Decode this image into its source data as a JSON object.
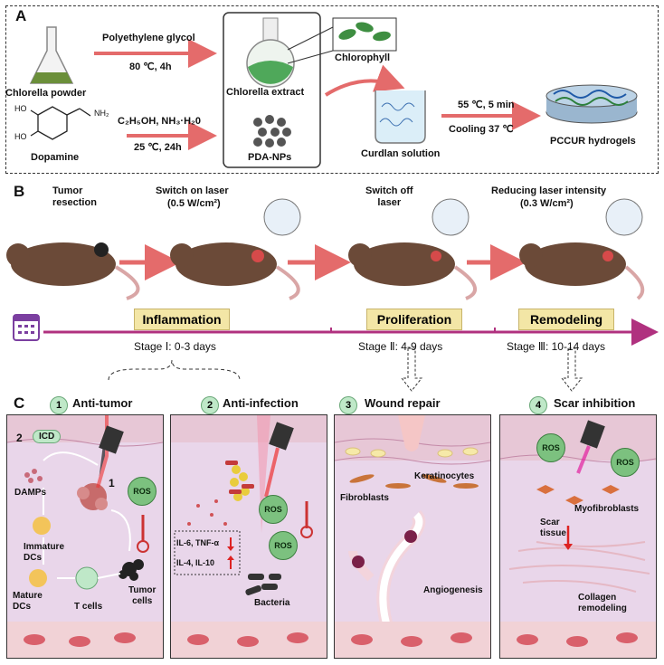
{
  "panelA": {
    "letter": "A",
    "chlorella_powder": "Chlorella powder",
    "step1_reagent": "Polyethylene glycol",
    "step1_cond": "80 ℃, 4h",
    "chlorophyll": "Chlorophyll",
    "chlorella_extract": "Chlorella extract",
    "pda_nps": "PDA-NPs",
    "curdlan_solution": "Curdlan solution",
    "step3_cond1": "55 ℃, 5 min",
    "step3_cond2": "Cooling 37 ℃",
    "product": "PCCUR hydrogels",
    "dopamine": "Dopamine",
    "step2_reagent": "C₂H₅OH, NH₃·H₂0",
    "step2_cond": "25 ℃, 24h",
    "nh2": "NH₂",
    "ho1": "HO",
    "ho2": "HO"
  },
  "panelB": {
    "letter": "B",
    "tumor_resection": "Tumor\nresection",
    "switch_on": "Switch on  laser",
    "switch_on_power": "(0.5 W/cm²)",
    "switch_off": "Switch off\nlaser",
    "reducing": "Reducing laser  intensity",
    "reducing_power": "(0.3 W/cm²)",
    "stage1_name": "Inflammation",
    "stage2_name": "Proliferation",
    "stage3_name": "Remodeling",
    "stage1_time": "Stage Ⅰ: 0-3 days",
    "stage2_time": "Stage Ⅱ: 4-9 days",
    "stage3_time": "Stage Ⅲ: 10-14 days"
  },
  "panelC": {
    "letter": "C",
    "p1": {
      "num": "1",
      "title": "Anti-tumor",
      "icd": "ICD",
      "n2": "2",
      "n1": "1",
      "damps": "DAMPs",
      "ros": "ROS",
      "immature": "Immature\nDCs",
      "mature": "Mature\nDCs",
      "tcells": "T cells",
      "tumor": "Tumor\ncells"
    },
    "p2": {
      "num": "2",
      "title": "Anti-infection",
      "ros1": "ROS",
      "ros2": "ROS",
      "il6": "IL-6, TNF-α",
      "il4": "IL-4, IL-10",
      "bacteria": "Bacteria"
    },
    "p3": {
      "num": "3",
      "title": "Wound repair",
      "keratinocytes": "Keratinocytes",
      "fibroblasts": "Fibroblasts",
      "angiogenesis": "Angiogenesis"
    },
    "p4": {
      "num": "4",
      "title": "Scar inhibition",
      "ros1": "ROS",
      "ros2": "ROS",
      "myofibroblasts": "Myofibroblasts",
      "scar": "Scar\ntissue",
      "collagen": "Collagen\nremodeling"
    }
  },
  "colors": {
    "arrow": "#e46b6b",
    "timeline": "#b0317f",
    "panel_bg": "#e9d6ea",
    "ros": "#7cc17f"
  }
}
